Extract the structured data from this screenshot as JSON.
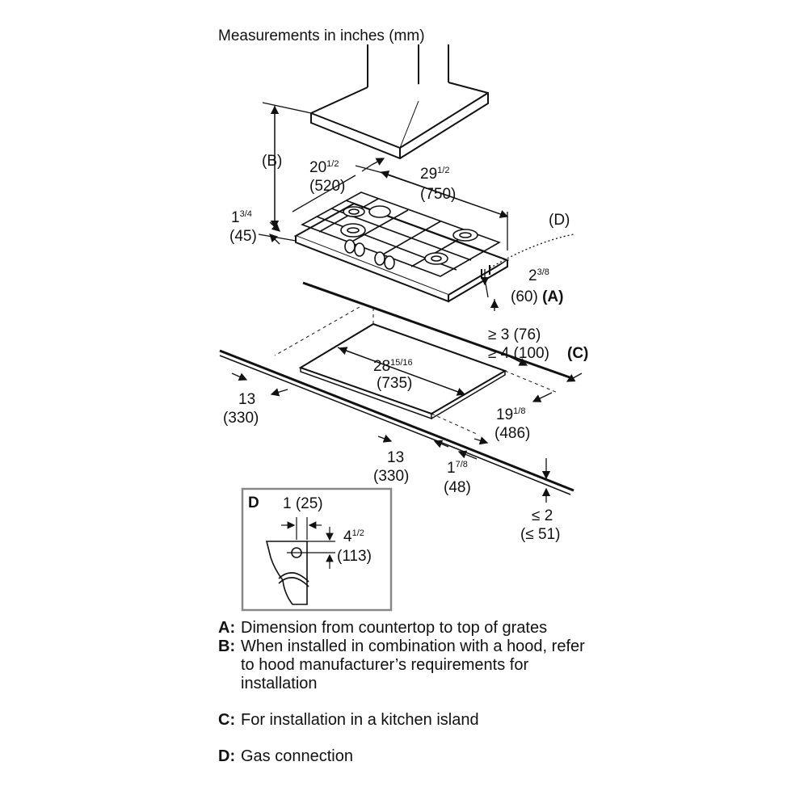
{
  "title": "Measurements in inches (mm)",
  "top_view": {
    "b_label": "(B)",
    "depth_in": "20",
    "depth_frac": "1/2",
    "depth_mm": "(520)",
    "width_in": "29",
    "width_frac": "1/2",
    "width_mm": "(750)",
    "grate_h_in": "1",
    "grate_h_frac": "3/4",
    "grate_h_mm": "(45)",
    "d_label": "(D)",
    "a_in": "2",
    "a_frac": "3/8",
    "a_mm": "(60)",
    "a_label": "(A)"
  },
  "cutout": {
    "rear_min1": "≥ 3 (76)",
    "rear_min2": "≥ 4 (100)",
    "c_label": "(C)",
    "cut_w_in": "28",
    "cut_w_frac": "15/16",
    "cut_w_mm": "(735)",
    "left_in": "13",
    "left_mm": "(330)",
    "cut_d_in": "19",
    "cut_d_frac": "1/8",
    "cut_d_mm": "(486)",
    "front_in": "13",
    "front_mm": "(330)",
    "edge_in": "1",
    "edge_frac": "7/8",
    "edge_mm": "(48)",
    "counter_in": "≤ 2",
    "counter_mm": "(≤ 51)"
  },
  "detail_d": {
    "letter": "D",
    "offset": "1 (25)",
    "height_in": "4",
    "height_frac": "1/2",
    "height_mm": "(113)"
  },
  "legend": [
    {
      "key": "A:",
      "text": "Dimension from countertop to top of grates"
    },
    {
      "key": "B:",
      "text": "When installed in combination with a hood, refer to hood manufacturer’s requirements for installation"
    },
    {
      "key": "C:",
      "text": "For installation in a kitchen island"
    },
    {
      "key": "D:",
      "text": "Gas connection"
    }
  ]
}
